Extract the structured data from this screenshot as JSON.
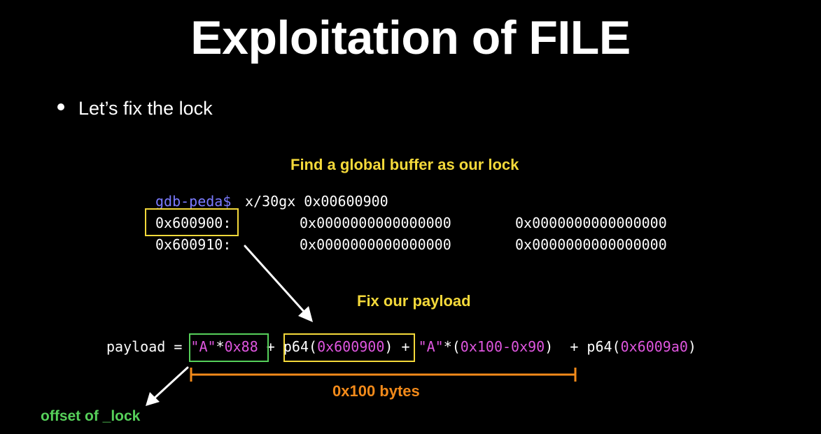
{
  "slide": {
    "title": "Exploitation of FILE",
    "bullet": "Let’s fix the lock"
  },
  "gdb": {
    "heading": "Find a global buffer as our lock",
    "prompt": "gdb-peda$",
    "command": "x/30gx 0x00600900",
    "rows": [
      {
        "addr": "0x600900:",
        "v1": "0x0000000000000000",
        "v2": "0x0000000000000000"
      },
      {
        "addr": "0x600910:",
        "v1": "0x0000000000000000",
        "v2": "0x0000000000000000"
      }
    ]
  },
  "payload": {
    "heading": "Fix our payload",
    "tokens": [
      "payload = ",
      "\"A\"",
      "*",
      "0x88",
      " + ",
      "p64(",
      "0x600900",
      ")",
      " + ",
      "\"A\"",
      "*(",
      "0x100-0x90",
      ")",
      "  + p64(",
      "0x6009a0",
      ")"
    ],
    "bytes_label": "0x100 bytes",
    "offset_label": "offset of _lock"
  },
  "colors": {
    "background": "#000000",
    "heading_yellow": "#f4d93a",
    "prompt_blue": "#7b7bff",
    "magenta": "#e056e0",
    "green": "#56d05a",
    "orange": "#f28a1a",
    "white": "#ffffff"
  }
}
